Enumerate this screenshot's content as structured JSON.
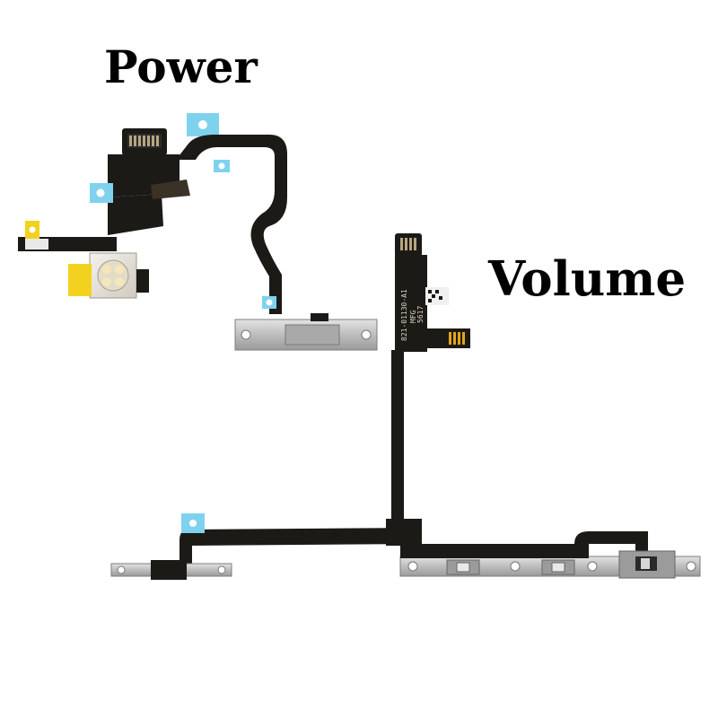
{
  "labels": {
    "power": "Power",
    "volume": "Volume"
  },
  "volume_flex": {
    "print_lines": [
      "821-01130-A1",
      "MFG",
      "5617"
    ]
  },
  "colors": {
    "flex": "#1c1a16",
    "flex_highlight": "#3a3226",
    "tab_blue": "#7fd2ee",
    "tab_yellow": "#f2d21f",
    "metal": "#c9c9c9",
    "metal_dark": "#8e8e8e",
    "gold_contact": "#e3a51e"
  }
}
